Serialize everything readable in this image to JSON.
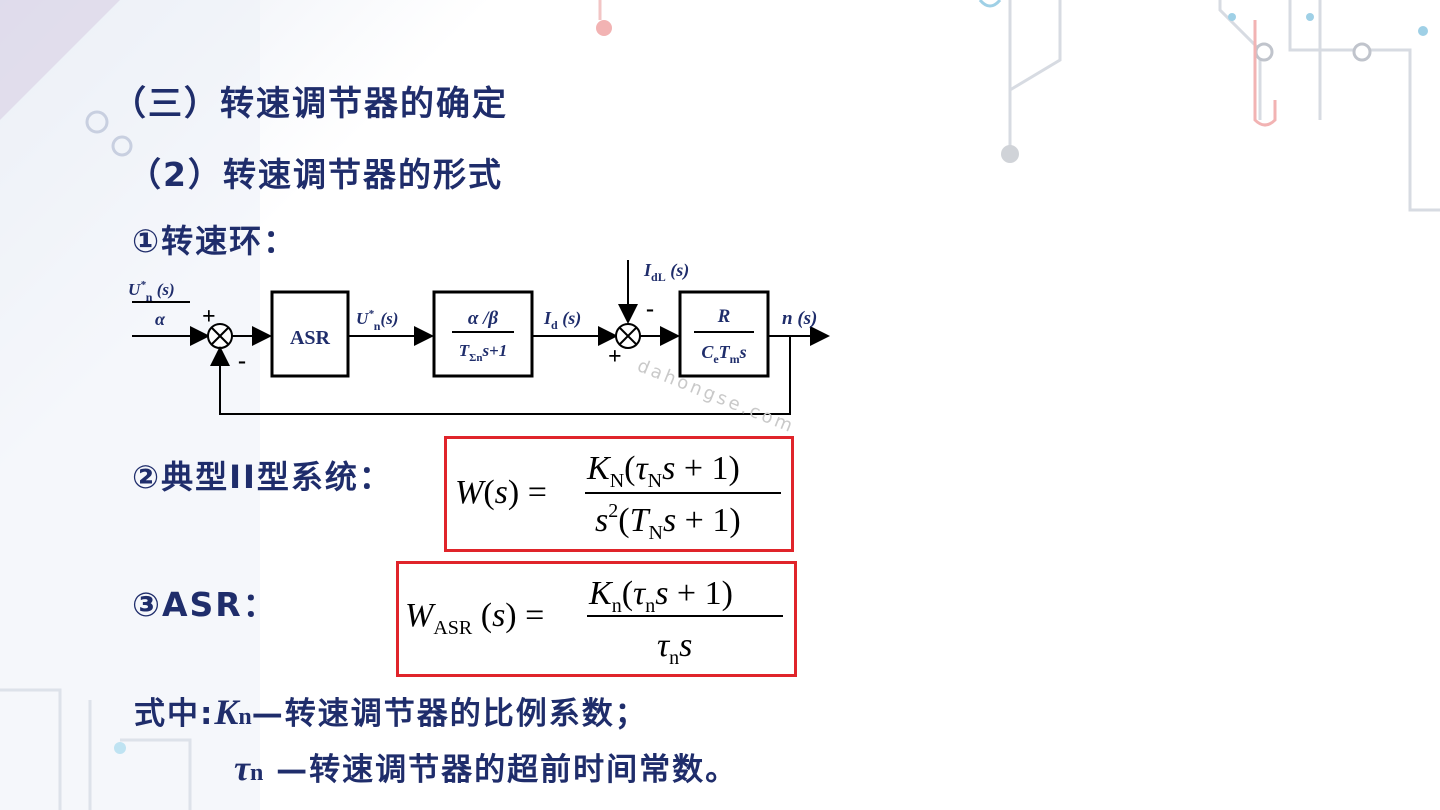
{
  "slide": {
    "title": "（三）转速调节器的确定",
    "subtitle": "（2）转速调节器的形式",
    "section1": "①转速环：",
    "section2": "②典型II型系统：",
    "section3": "③ASR：",
    "note1": {
      "prefix": "式中:",
      "symbol": "K",
      "sub": "n",
      "text": "—转速调节器的比例系数；"
    },
    "note2": {
      "symbol": "τ",
      "sub": "n",
      "text": " —转速调节器的超前时间常数。"
    },
    "watermark": "dahongse.com"
  },
  "diagram": {
    "input_num": "U*n(s)",
    "input_den": "α",
    "asr_label": "ASR",
    "asr_out": "U*n(s)",
    "current_loop_num": "α/β",
    "current_loop_den": "TΣns+1",
    "id_label": "Id(s)",
    "disturbance": "IdL(s)",
    "motor_num": "R",
    "motor_den": "CeTms",
    "output": "n(s)"
  },
  "formula_w": {
    "lhs": "W(s) =",
    "num": "KN(τNs+1)",
    "den": "s²(TNs+1)"
  },
  "formula_asr": {
    "lhs": "WASR(s) =",
    "num": "Kn(τns+1)",
    "den": "τns"
  }
}
